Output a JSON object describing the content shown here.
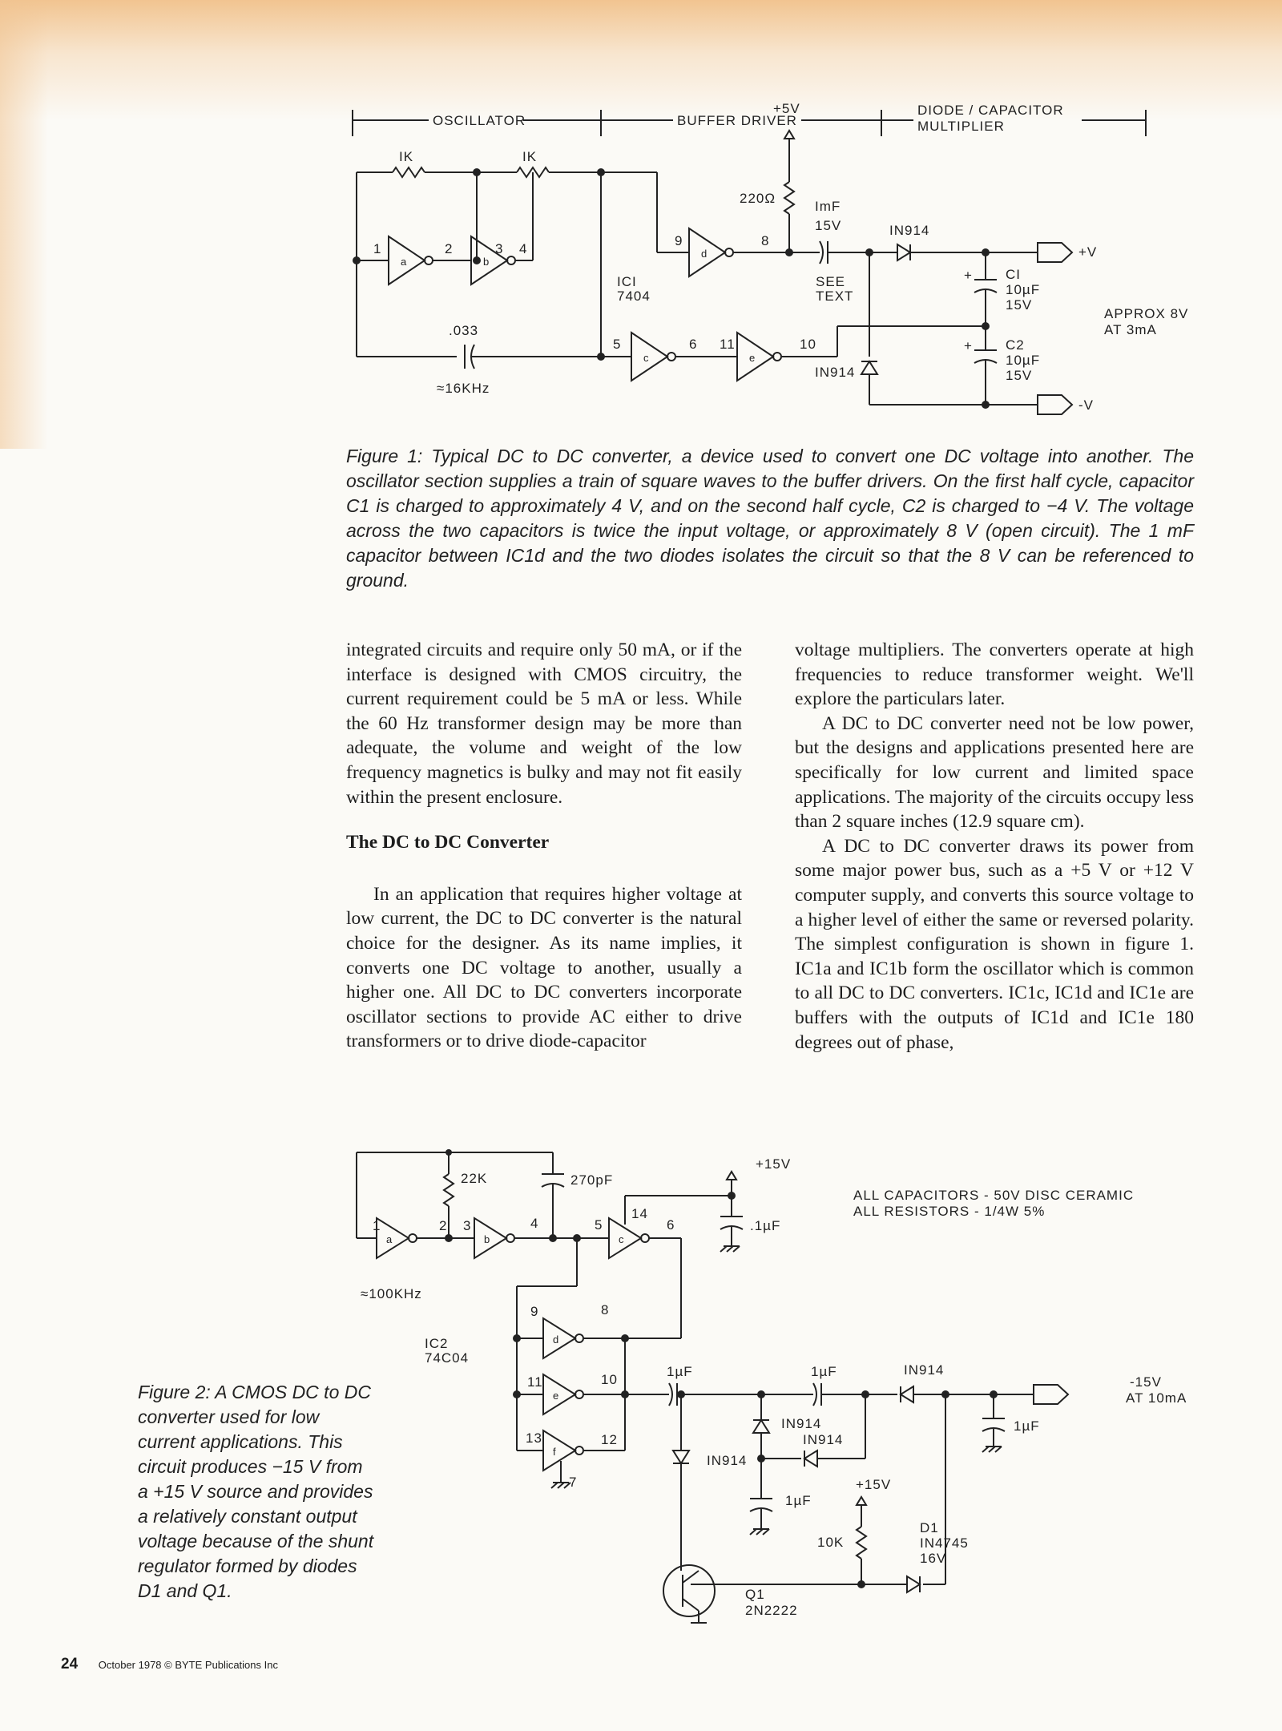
{
  "figure1": {
    "sections": {
      "oscillator": "OSCILLATOR",
      "buffer": "BUFFER DRIVER",
      "multiplier_line1": "DIODE / CAPACITOR",
      "multiplier_line2": "MULTIPLIER"
    },
    "labels": {
      "r1": "IK",
      "r2": "IK",
      "vcc": "+5V",
      "r3": "220Ω",
      "cap_line1": "ImF",
      "cap_line2": "15V",
      "see1": "SEE",
      "see2": "TEXT",
      "diode_top": "IN914",
      "diode_bot": "IN914",
      "ic1": "ICI",
      "ic2": "7404",
      "c033": ".033",
      "freq": "≈16KHz",
      "c1a": "CI",
      "c1b": "10µF",
      "c1c": "15V",
      "c2a": "C2",
      "c2b": "10µF",
      "c2c": "15V",
      "plus": "+",
      "vpos": "+V",
      "vneg": "-V",
      "approx1": "APPROX 8V",
      "approx2": "AT 3mA",
      "pin1": "1",
      "pin2": "2",
      "pin3": "3",
      "pin4": "4",
      "pin5": "5",
      "pin6": "6",
      "pin8": "8",
      "pin9": "9",
      "pin10": "10",
      "pin11": "11",
      "ga": "a",
      "gb": "b",
      "gc": "c",
      "gd": "d",
      "ge": "e"
    },
    "caption": "Figure 1: Typical DC to DC converter, a device used to convert one DC voltage into another. The oscillator section supplies a train of square waves to the buffer drivers. On the first half cycle, capacitor C1 is charged to approximately 4 V, and on the second half cycle, C2 is charged to −4 V. The voltage across the two capacitors is twice the input voltage, or approximately 8 V (open circuit). The 1 mF capacitor between IC1d and the two diodes isolates the circuit so that the 8 V can be referenced to ground."
  },
  "body": {
    "left_p1": "integrated circuits and require only 50 mA, or if the interface is designed with CMOS circuitry, the current requirement could be 5 mA or less. While the 60 Hz transformer design may be more than adequate, the volume and weight of the low frequency magnetics is bulky and may not fit easily within the present enclosure.",
    "heading": "The DC to DC Converter",
    "left_p2": "In an application that requires higher voltage at low current, the DC to DC converter is the natural choice for the designer. As its name implies, it converts one DC voltage to another, usually a higher one. All DC to DC converters incorporate oscillator sections to provide AC either to drive transformers or to drive diode-capacitor",
    "right_p1": "voltage multipliers. The converters operate at high frequencies to reduce transformer weight. We'll explore the particulars later.",
    "right_p2": "A DC to DC converter need not be low power, but the designs and applications presented here are specifically for low current and limited space applications. The majority of the circuits occupy less than 2 square inches (12.9 square cm).",
    "right_p3": "A DC to DC converter draws its power from some major power bus, such as a +5 V or +12 V computer supply, and converts this source voltage to a higher level of either the same or reversed polarity. The simplest configuration is shown in figure 1. IC1a and IC1b form the oscillator which is common to all DC to DC converters. IC1c, IC1d and IC1e are buffers with the outputs of IC1d and IC1e 180 degrees out of phase,"
  },
  "figure2": {
    "labels": {
      "r22k": "22K",
      "c270": "270pF",
      "vcc": "+15V",
      "c1uf_dec": ".1µF",
      "note1": "ALL CAPACITORS - 50V DISC CERAMIC",
      "note2": "ALL RESISTORS - 1/4W 5%",
      "freq": "≈100KHz",
      "ic2a": "IC2",
      "ic2b": "74C04",
      "c1": "1µF",
      "c2": "1µF",
      "d_main": "IN914",
      "out1": "-15V",
      "out2": "AT 10mA",
      "c_out": "1µF",
      "d_a": "IN914",
      "d_b": "IN914",
      "d_c": "IN914",
      "c_mid": "1µF",
      "vcc2": "+15V",
      "r10k": "10K",
      "zener1": "D1",
      "zener2": "IN4745",
      "zener3": "16V",
      "q1a": "Q1",
      "q1b": "2N2222",
      "pin1": "1",
      "pin2": "2",
      "pin3": "3",
      "pin4": "4",
      "pin5": "5",
      "pin6": "6",
      "pin7": "7",
      "pin8": "8",
      "pin9": "9",
      "pin10": "10",
      "pin11": "11",
      "pin12": "12",
      "pin13": "13",
      "pin14": "14",
      "ga": "a",
      "gb": "b",
      "gc": "c",
      "gd": "d",
      "ge": "e",
      "gf": "f"
    },
    "caption": "Figure 2: A CMOS DC to DC converter used for low current applications. This circuit produces −15 V from a +15 V source and provides a relatively constant output voltage because of the shunt regulator formed by diodes D1 and Q1."
  },
  "footer": {
    "page": "24",
    "text": "October 1978 © BYTE Publications Inc"
  }
}
